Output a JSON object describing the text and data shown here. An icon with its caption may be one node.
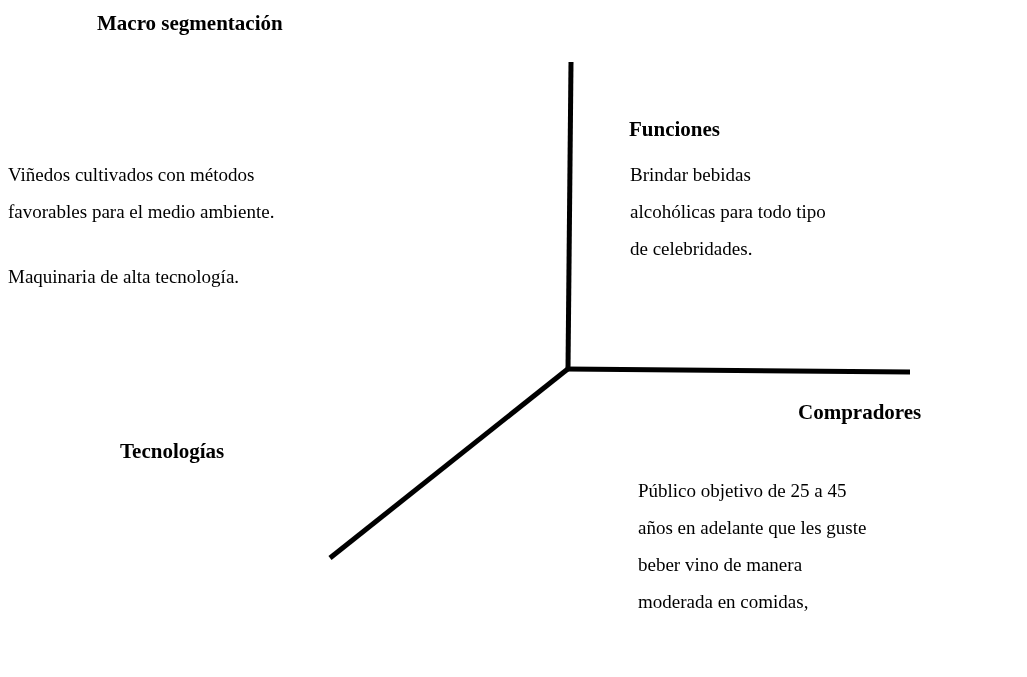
{
  "diagram": {
    "title": "Macro segmentación",
    "labels": [
      "Funciones",
      "Viñedos cultivados con métodos favorables para el medio ambiente.",
      "Brindar bebidas alcohólicas para todo tipo de celebridades.",
      "Maquinaria de alta tecnología.",
      "Compradores",
      "Tecnologías",
      "Público objetivo de 25 a 45 años en adelante que les guste beber vino de manera moderada en comidas,"
    ]
  }
}
